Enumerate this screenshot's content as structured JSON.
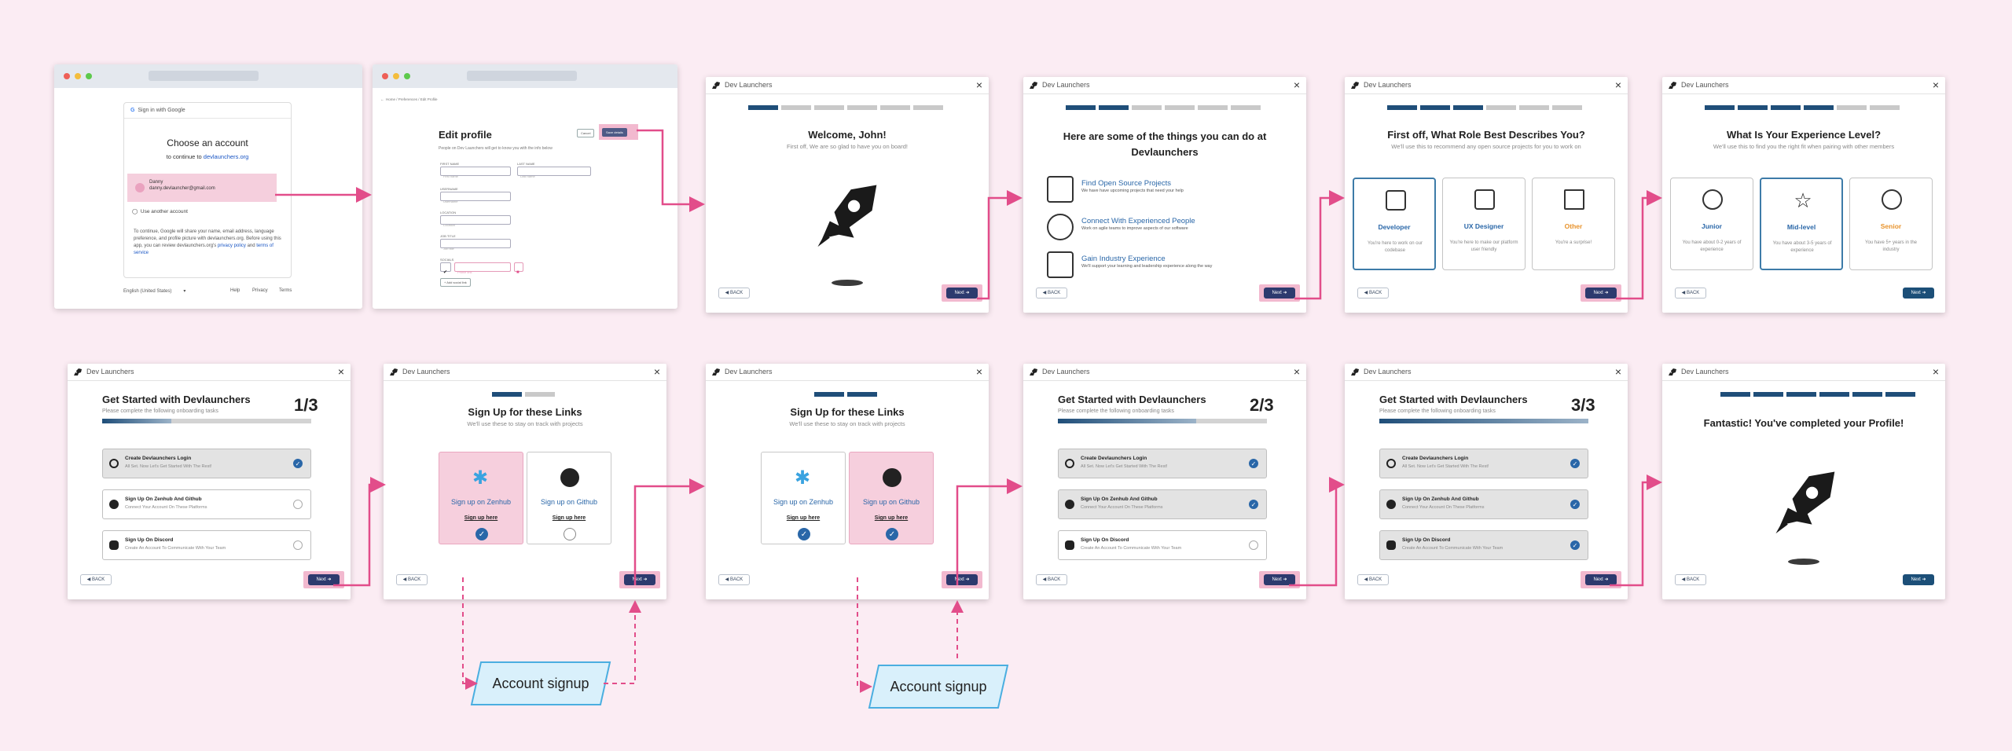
{
  "colors": {
    "background": "#fbecf3",
    "accent": "#e24d8a",
    "navy": "#1f4e79",
    "flowchart_fill": "#d9f0fb",
    "flowchart_border": "#4aaee0"
  },
  "google": {
    "signin": "Sign in with Google",
    "title": "Choose an account",
    "continue_prefix": "to continue to",
    "continue_link": "devlaunchers.org",
    "account_name": "Danny",
    "account_email": "danny.devlauncher@gmail.com",
    "another": "Use another account",
    "privacy_text": "To continue, Google will share your name, email address, language preference, and profile picture with devlaunchers.org. Before using this app, you can review devlaunchers.org's",
    "privacy_link": "privacy policy",
    "and": "and",
    "terms_link": "terms of service",
    "language": "English (United States)",
    "help": "Help",
    "privacy": "Privacy",
    "terms": "Terms"
  },
  "edit_profile": {
    "breadcrumb": "Home / Preferences / Edit Profile",
    "title": "Edit profile",
    "subtitle": "People on Dev Launchers will get to know you with the info below",
    "cancel": "Cancel",
    "save": "Save details",
    "labels": {
      "first": "FIRST NAME",
      "last": "LAST NAME",
      "username": "USERNAME",
      "location": "LOCATION",
      "job": "JOB TITLE",
      "socials": "SOCIALS"
    },
    "placeholders": {
      "first": "First name",
      "last": "Last name",
      "username": "Username",
      "location": "Location",
      "job": "Job title",
      "social": "Profile link"
    },
    "add": "+ Add social link"
  },
  "window_title": "Dev Launchers",
  "back": "BACK",
  "next": "Next",
  "welcome": {
    "title": "Welcome, John!",
    "subtitle": "First off, We are so glad to have you on board!"
  },
  "things": {
    "title": "Here are some of the things you can do at Devlaunchers",
    "items": [
      {
        "icon": "open-source-icon",
        "title": "Find Open Source Projects",
        "desc": "We have have upcoming projects that need your help"
      },
      {
        "icon": "people-network-icon",
        "title": "Connect With Experienced People",
        "desc": "Work on agile teams to improve aspects of our software"
      },
      {
        "icon": "level-up-icon",
        "title": "Gain Industry Experience",
        "desc": "We'll support your learning and leadership experience along the way"
      }
    ]
  },
  "role": {
    "title": "First off, What Role Best Describes You?",
    "subtitle": "We'll use this to recommend any open source projects for you to work on",
    "options": [
      {
        "icon": "developer-icon",
        "label": "Developer",
        "desc": "You're here to work on our codebase"
      },
      {
        "icon": "ux-designer-icon",
        "label": "UX Designer",
        "desc": "You're here to make our platform user friendly"
      },
      {
        "icon": "gift-box-icon",
        "label": "Other",
        "desc": "You're a surprise!"
      }
    ]
  },
  "experience": {
    "title": "What Is Your Experience Level?",
    "subtitle": "We'll use this to find you the right fit when pairing with other members",
    "options": [
      {
        "icon": "new-badge-icon",
        "label": "Junior",
        "desc": "You have about 0-2 years of experience"
      },
      {
        "icon": "star-icon",
        "label": "Mid-level",
        "desc": "You have about 3-5 years of experience"
      },
      {
        "icon": "stars-person-icon",
        "label": "Senior",
        "desc": "You have 5+ years in the industry"
      }
    ]
  },
  "getting_started": {
    "title": "Get Started with Devlaunchers",
    "subtitle": "Please complete the following onboarding tasks",
    "fractions": [
      "1/3",
      "2/3",
      "3/3"
    ],
    "progress": [
      0.33,
      0.66,
      1.0
    ],
    "tasks": [
      {
        "name": "Create Devlaunchers Login",
        "desc": "All Set. Now Let's Get Started With The Rest!"
      },
      {
        "name": "Sign Up On Zenhub And Github",
        "desc": "Connect Your Account On These Platforms"
      },
      {
        "name": "Sign Up On Discord",
        "desc": "Create An Account To Communicate With Your Team"
      }
    ]
  },
  "signup": {
    "title": "Sign Up for these Links",
    "subtitle": "We'll use these to stay on track with projects",
    "zenhub": "Sign up on Zenhub",
    "github": "Sign up on Github",
    "link": "Sign up here"
  },
  "complete": {
    "title": "Fantastic! You've completed your Profile!"
  },
  "flowchart": {
    "account_signup": "Account signup"
  }
}
